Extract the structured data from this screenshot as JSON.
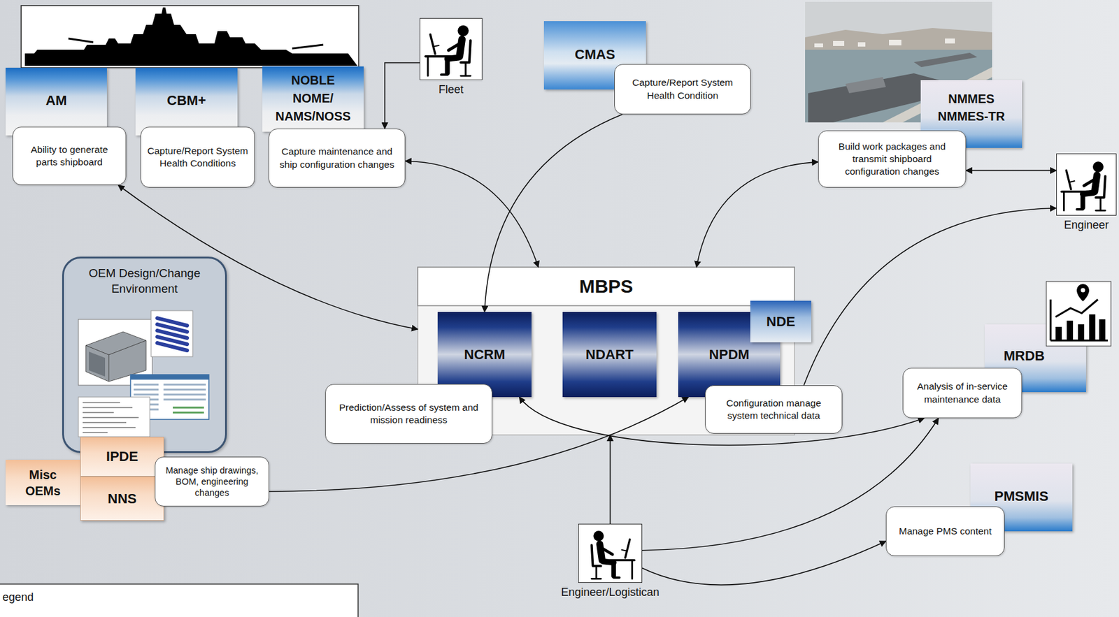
{
  "diagram": {
    "nodes": [
      {
        "text": [
          "AM"
        ]
      },
      {
        "text": [
          "Ability to generate parts shipboard"
        ]
      },
      {
        "text": [
          "CBM+"
        ]
      },
      {
        "text": [
          "Capture/Report System Health Conditions"
        ]
      },
      {
        "text": [
          "NOBLE NOME/ NAMS/NOSS"
        ]
      },
      {
        "text": [
          "Capture maintenance and ship configuration changes"
        ]
      },
      {
        "text": [
          "Fleet"
        ]
      },
      {
        "text": [
          "CMAS"
        ]
      },
      {
        "text": [
          "Capture/Report System Health Condition"
        ]
      },
      {
        "text": [
          "NMMES NMMES-TR"
        ]
      },
      {
        "text": [
          "Build work packages and transmit shipboard configuration changes"
        ]
      },
      {
        "text": [
          "Engineer"
        ]
      },
      {
        "text": [
          "OEM Design/Change Environment"
        ]
      },
      {
        "text": [
          "MBPS"
        ]
      },
      {
        "text": [
          "NCRM"
        ],
        "in": 13
      },
      {
        "text": [
          "NDART"
        ],
        "in": 13
      },
      {
        "text": [
          "NPDM"
        ],
        "in": 13
      },
      {
        "text": [
          "NDE"
        ]
      },
      {
        "text": [
          "Prediction/Assess of system and mission readiness"
        ]
      },
      {
        "text": [
          "Configuration manage system technical data"
        ]
      },
      {
        "text": [
          "MRDB"
        ]
      },
      {
        "text": [
          "Analysis of in-service maintenance data"
        ]
      },
      {
        "text": [
          "Misc OEMs"
        ]
      },
      {
        "text": [
          "IPDE"
        ]
      },
      {
        "text": [
          "NNS"
        ]
      },
      {
        "text": [
          "Manage ship drawings, BOM, engineering changes"
        ]
      },
      {
        "text": [
          "PMSMIS"
        ]
      },
      {
        "text": [
          "Manage PMS content"
        ]
      },
      {
        "text": [
          "Engineer/Logistican"
        ]
      }
    ],
    "edges": [
      {
        "from": 6,
        "to": 5,
        "arrow": "to"
      },
      {
        "from": 1,
        "to": 13,
        "arrow": "both"
      },
      {
        "from": 5,
        "to": 13,
        "arrow": "both"
      },
      {
        "from": 8,
        "to": 14,
        "arrow": "to"
      },
      {
        "from": 10,
        "to": 13,
        "arrow": "both"
      },
      {
        "from": 10,
        "to": 11,
        "arrow": "both"
      },
      {
        "from": 19,
        "to": 11,
        "arrow": "to"
      },
      {
        "from": 25,
        "to": 16,
        "arrow": "to"
      },
      {
        "from": 21,
        "to": 14,
        "arrow": "both"
      },
      {
        "from": 28,
        "to": 13,
        "arrow": "to"
      },
      {
        "from": 28,
        "to": 21,
        "arrow": "to"
      },
      {
        "from": 28,
        "to": 27,
        "arrow": "to"
      }
    ],
    "labels": [
      "egend"
    ]
  }
}
